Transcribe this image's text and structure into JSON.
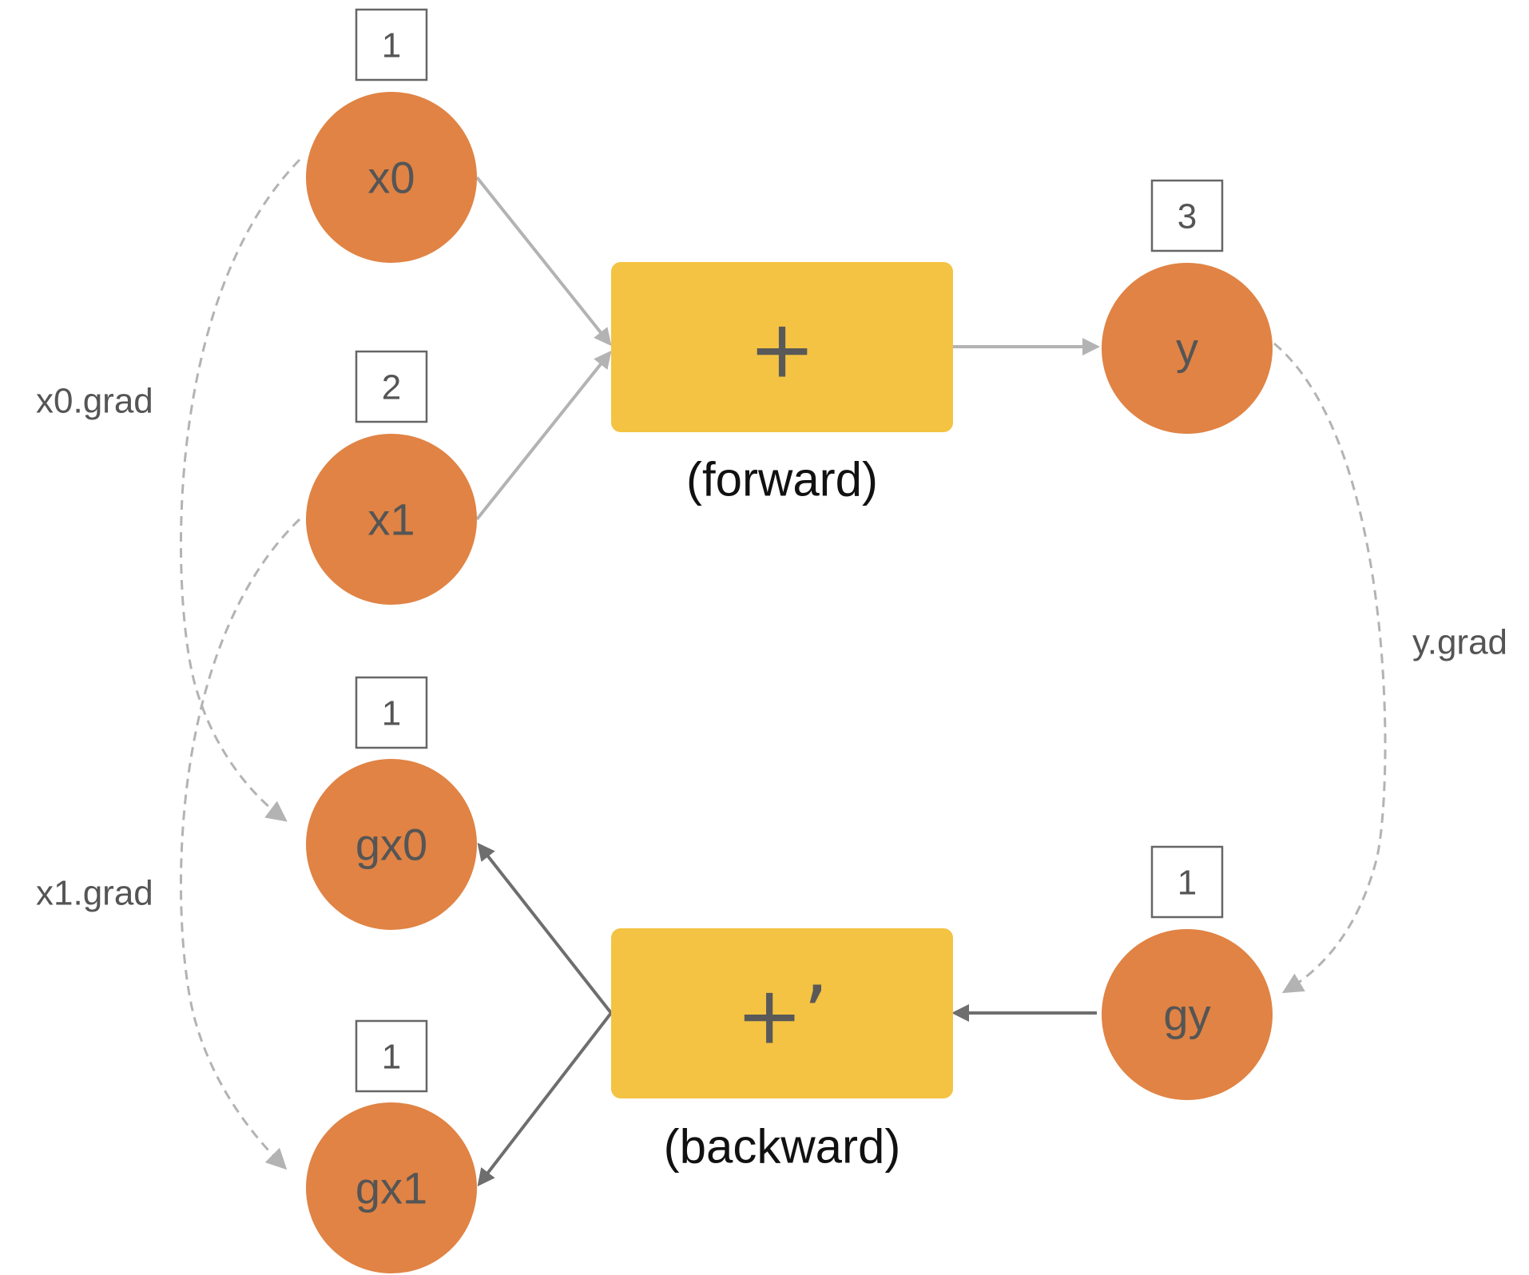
{
  "nodes": {
    "x0": {
      "label": "x0",
      "value": "1"
    },
    "x1": {
      "label": "x1",
      "value": "2"
    },
    "y": {
      "label": "y",
      "value": "3"
    },
    "gx0": {
      "label": "gx0",
      "value": "1"
    },
    "gx1": {
      "label": "gx1",
      "value": "1"
    },
    "gy": {
      "label": "gy",
      "value": "1"
    }
  },
  "functions": {
    "forward": {
      "symbol": "+",
      "caption": "(forward)"
    },
    "backward": {
      "symbol": "+’",
      "caption": "(backward)"
    }
  },
  "edge_labels": {
    "x0_grad": "x0.grad",
    "x1_grad": "x1.grad",
    "y_grad": "y.grad"
  },
  "colors": {
    "node": "#e08344",
    "function": "#f4c343",
    "forward_edge": "#b3b3b3",
    "backward_edge": "#6e6e6e"
  }
}
